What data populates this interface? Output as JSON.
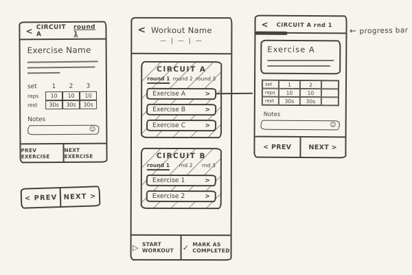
{
  "colors": {
    "ink": "#46403a",
    "paper": "#f6f4ee"
  },
  "icons": {
    "back": "<",
    "chevron_right": ">",
    "play": "▷",
    "check": "✓",
    "emoji": "☺",
    "arrow_left": "←"
  },
  "exercise_screen": {
    "header": {
      "circuit": "CIRCUIT A",
      "round": "round 1"
    },
    "title": "Exercise Name",
    "sets": {
      "col_header_label": "set",
      "cols": [
        "1",
        "2",
        "3"
      ],
      "reps_label": "reps",
      "reps": [
        "10",
        "10",
        "10"
      ],
      "rest_label": "rest",
      "rest": [
        "30s",
        "30s",
        "30s"
      ]
    },
    "notes_label": "Notes",
    "prev_button": "PREV EXERCISE",
    "next_button": "NEXT EXERCISE"
  },
  "pager": {
    "prev": "< PREV",
    "next": "NEXT >"
  },
  "workout_screen": {
    "title": "Workout Name",
    "progress": "—  |  —  |  —",
    "circuit_a": {
      "title": "CIRCUIT A",
      "tabs": [
        "round 1",
        "round 2",
        "round 3"
      ],
      "exercises": [
        "Exercise A",
        "Exercise B",
        "Exercise C"
      ]
    },
    "circuit_b": {
      "title": "CIRCUIT B",
      "tabs": [
        "round 1",
        "rnd 2",
        "rnd 3"
      ],
      "exercises": [
        "Exercise 1",
        "Exercise 2"
      ]
    },
    "start_button": "START WORKOUT",
    "complete_button": "MARK AS COMPLETED"
  },
  "detail_screen": {
    "header": "CIRCUIT A rnd 1",
    "title": "Exercise A",
    "table": {
      "rows": [
        [
          "set",
          "1",
          "2",
          ""
        ],
        [
          "reps",
          "10",
          "10",
          ""
        ],
        [
          "rest",
          "30s",
          "30s",
          ""
        ]
      ]
    },
    "notes_label": "Notes",
    "prev_button": "< PREV",
    "next_button": "NEXT >"
  },
  "annotation": {
    "text": "progress bar"
  }
}
